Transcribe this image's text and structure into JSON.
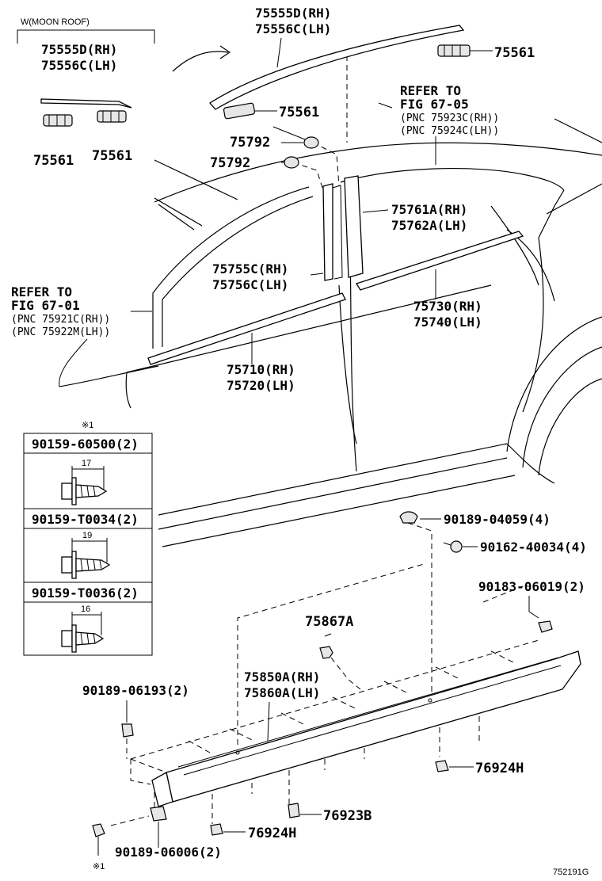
{
  "moonroof_label": "W(MOON ROOF)",
  "labels": {
    "p75555d_a": "75555D(RH)",
    "p75556c_a": "75556C(LH)",
    "p75555d_b": "75555D(RH)",
    "p75556c_b": "75556C(LH)",
    "p75561_a": "75561",
    "p75561_b": "75561",
    "p75561_c": "75561",
    "p75561_d": "75561",
    "p75792_a": "75792",
    "p75792_b": "75792",
    "p75761a": "75761A(RH)",
    "p75762a": "75762A(LH)",
    "p75755c": "75755C(RH)",
    "p75756c": "75756C(LH)",
    "p75730": "75730(RH)",
    "p75740": "75740(LH)",
    "p75710": "75710(RH)",
    "p75720": "75720(LH)",
    "p75867a": "75867A",
    "p75850a": "75850A(RH)",
    "p75860a": "75860A(LH)",
    "p90189_04059": "90189-04059(4)",
    "p90162_40034": "90162-40034(4)",
    "p90183_06019": "90183-06019(2)",
    "p90189_06193": "90189-06193(2)",
    "p76924h_a": "76924H",
    "p76924h_b": "76924H",
    "p76923b": "76923B",
    "p90189_06006": "90189-06006(2)"
  },
  "refer_fig67_05": {
    "line1": "REFER TO",
    "line2": "FIG 67-05",
    "line3": "(PNC 75923C(RH))",
    "line4": "(PNC 75924C(LH))"
  },
  "refer_fig67_01": {
    "line1": "REFER TO",
    "line2": "FIG 67-01",
    "line3": "(PNC 75921C(RH))",
    "line4": "(PNC 75922M(LH))"
  },
  "note_mark_top": "※1",
  "note_mark_bottom": "※1",
  "screw_table": {
    "rows": [
      {
        "part": "90159-60500(2)",
        "dim": "17"
      },
      {
        "part": "90159-T0034(2)",
        "dim": "19"
      },
      {
        "part": "90159-T0036(2)",
        "dim": "16"
      }
    ]
  },
  "figure_code": "752191G"
}
